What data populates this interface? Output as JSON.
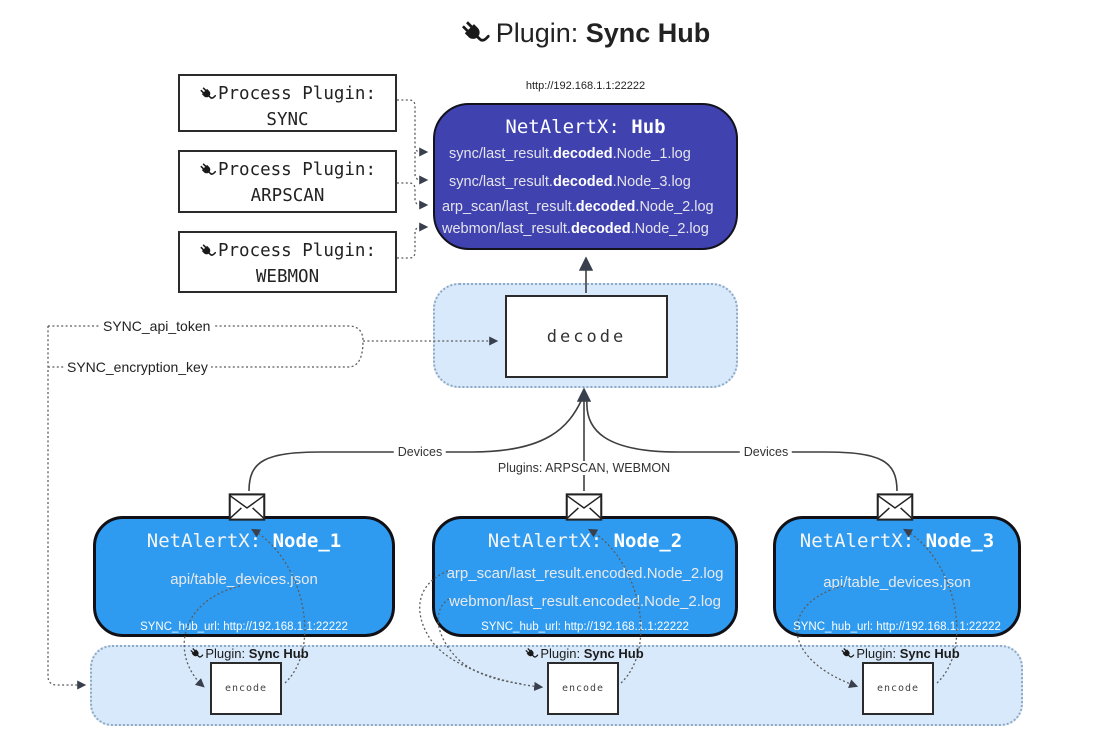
{
  "title": {
    "label_prefix": "Plugin: ",
    "label_bold": "Sync Hub"
  },
  "process_plugins": [
    {
      "line1": "Process Plugin:",
      "name": "SYNC"
    },
    {
      "line1": "Process Plugin:",
      "name": "ARPSCAN"
    },
    {
      "line1": "Process Plugin:",
      "name": "WEBMON"
    }
  ],
  "hub": {
    "url": "http://192.168.1.1:22222",
    "title_prefix": "NetAlertX: ",
    "title_name": "Hub",
    "logs": [
      {
        "pre": "sync/last_result.",
        "bold": "decoded",
        "post": ".Node_1.log"
      },
      {
        "pre": "sync/last_result.",
        "bold": "decoded",
        "post": ".Node_3.log"
      },
      {
        "pre": "arp_scan/last_result.",
        "bold": "decoded",
        "post": ".Node_2.log"
      },
      {
        "pre": "webmon/last_result.",
        "bold": "decoded",
        "post": ".Node_2.log"
      }
    ]
  },
  "decode": {
    "label": "decode"
  },
  "config_labels": {
    "api_token": "SYNC_api_token",
    "encryption_key": "SYNC_encryption_key"
  },
  "edge_labels": {
    "devices_left": "Devices",
    "plugins_mid": "Plugins: ARPSCAN, WEBMON",
    "devices_right": "Devices"
  },
  "nodes": [
    {
      "title_prefix": "NetAlertX: ",
      "title_name": "Node_1",
      "lines": [
        "api/table_devices.json"
      ],
      "footer": "SYNC_hub_url: http://192.168.1.1:22222"
    },
    {
      "title_prefix": "NetAlertX: ",
      "title_name": "Node_2",
      "lines": [
        "arp_scan/last_result.encoded.Node_2.log",
        "webmon/last_result.encoded.Node_2.log"
      ],
      "footer": "SYNC_hub_url: http://192.168.1.1:22222"
    },
    {
      "title_prefix": "NetAlertX: ",
      "title_name": "Node_3",
      "lines": [
        "api/table_devices.json"
      ],
      "footer": "SYNC_hub_url: http://192.168.1.1:22222"
    }
  ],
  "encode_plugins": [
    {
      "label_prefix": "Plugin: ",
      "label_bold": "Sync Hub",
      "box_label": "encode"
    },
    {
      "label_prefix": "Plugin: ",
      "label_bold": "Sync Hub",
      "box_label": "encode"
    },
    {
      "label_prefix": "Plugin: ",
      "label_bold": "Sync Hub",
      "box_label": "encode"
    }
  ],
  "colors": {
    "hub_fill": "#4042b0",
    "node_fill": "#2e9bf0",
    "panel_fill": "#d8e9fb",
    "panel_border": "#8fa9c4",
    "arrow": "#39404d",
    "text_on_dark": "#e9e9ee"
  }
}
